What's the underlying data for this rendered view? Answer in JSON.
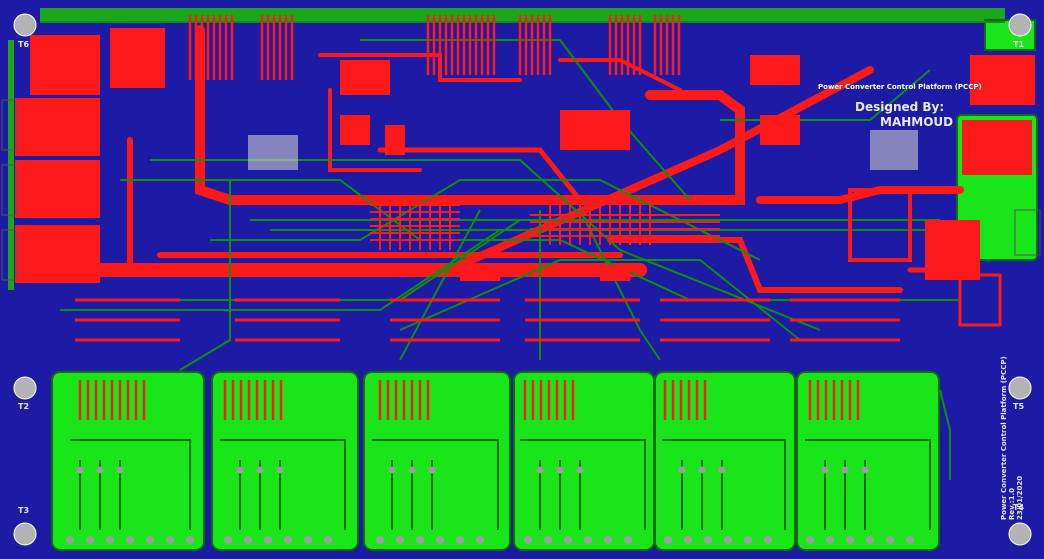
{
  "board": {
    "title_top": "Power Converter Control Platform (PCCP)",
    "designed_by": "Designed By:",
    "designer": "MAHMOUD",
    "side_title": "Power Converter Control Platform (PCCP)",
    "revision": "Rev.:1.0",
    "date": "23/01/2020",
    "mount_labels": [
      "T2",
      "T5",
      "T3",
      "T4",
      "T6",
      "T1"
    ],
    "colors": {
      "substrate": "#1d1aa6",
      "top_copper": "#ff1a1a",
      "bottom_copper": "#0f8f0f",
      "pour": "#19e619",
      "silkscreen": "#d9d9d9"
    }
  }
}
